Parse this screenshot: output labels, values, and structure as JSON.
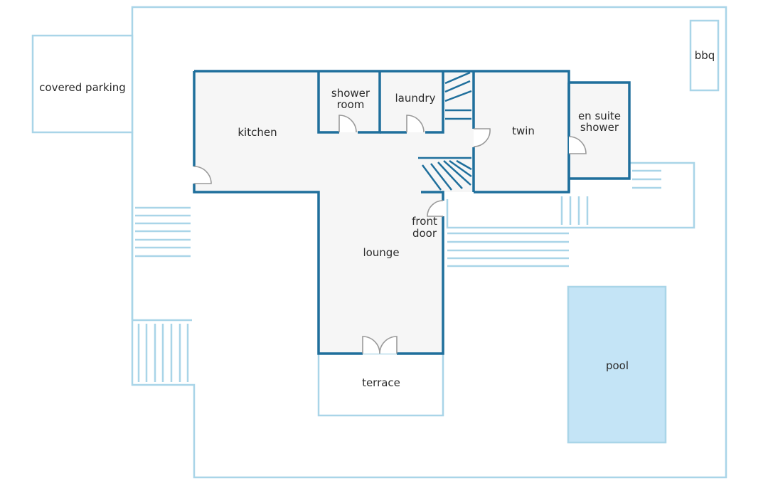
{
  "plan": {
    "rooms": {
      "covered_parking": "covered parking",
      "kitchen": "kitchen",
      "shower_room_1": "shower",
      "shower_room_2": "room",
      "laundry": "laundry",
      "twin": "twin",
      "en_suite_1": "en suite",
      "en_suite_2": "shower",
      "bbq": "bbq",
      "front_door_1": "front",
      "front_door_2": "door",
      "lounge": "lounge",
      "terrace": "terrace",
      "pool": "pool"
    }
  },
  "colors": {
    "wall": "#1f6f9c",
    "outline": "#a9d5e8",
    "floor": "#f6f6f6",
    "pool": "#c4e4f6",
    "door": "#9a9a9a"
  }
}
